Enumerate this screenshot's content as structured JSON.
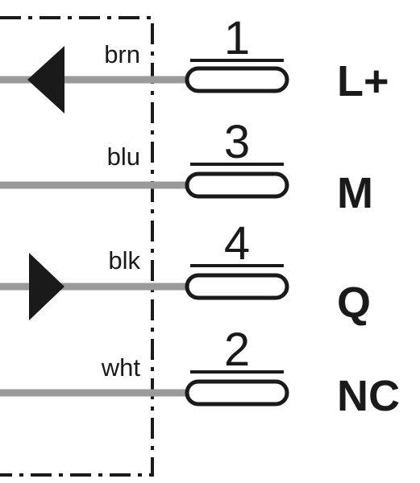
{
  "colors": {
    "wire": "#9a9a9a",
    "ink": "#1a1a1a",
    "background": "#ffffff"
  },
  "pins": [
    {
      "wire_label": "brn",
      "pin_number": "1",
      "signal": "L+",
      "arrow": "in"
    },
    {
      "wire_label": "blu",
      "pin_number": "3",
      "signal": "M",
      "arrow": "none"
    },
    {
      "wire_label": "blk",
      "pin_number": "4",
      "signal": "Q",
      "arrow": "out"
    },
    {
      "wire_label": "wht",
      "pin_number": "2",
      "signal": "NC",
      "arrow": "none"
    }
  ]
}
